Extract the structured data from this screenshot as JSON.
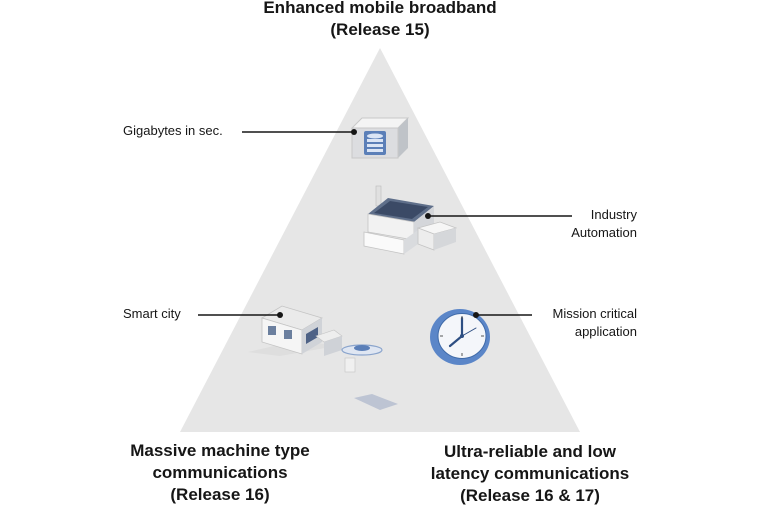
{
  "top_vertex": {
    "line1": "Enhanced mobile broadband",
    "line2": "(Release 15)"
  },
  "bottom_left_vertex": {
    "line1": "Massive machine type",
    "line2": "communications",
    "line3": "(Release 16)"
  },
  "bottom_right_vertex": {
    "line1": "Ultra-reliable and low",
    "line2": "latency communications",
    "line3": "(Release 16 & 17)"
  },
  "callouts": {
    "gigabytes": "Gigabytes in sec.",
    "industry_line1": "Industry",
    "industry_line2": "Automation",
    "smart_city": "Smart city",
    "mission_line1": "Mission critical",
    "mission_line2": "application"
  },
  "colors": {
    "triangle": "#e6e6e6",
    "accent_blue": "#5b7fb8",
    "leader_line": "#161616"
  },
  "icons": [
    "storage-cube-icon",
    "factory-icon",
    "house-icon",
    "drone-icon",
    "clock-icon"
  ]
}
